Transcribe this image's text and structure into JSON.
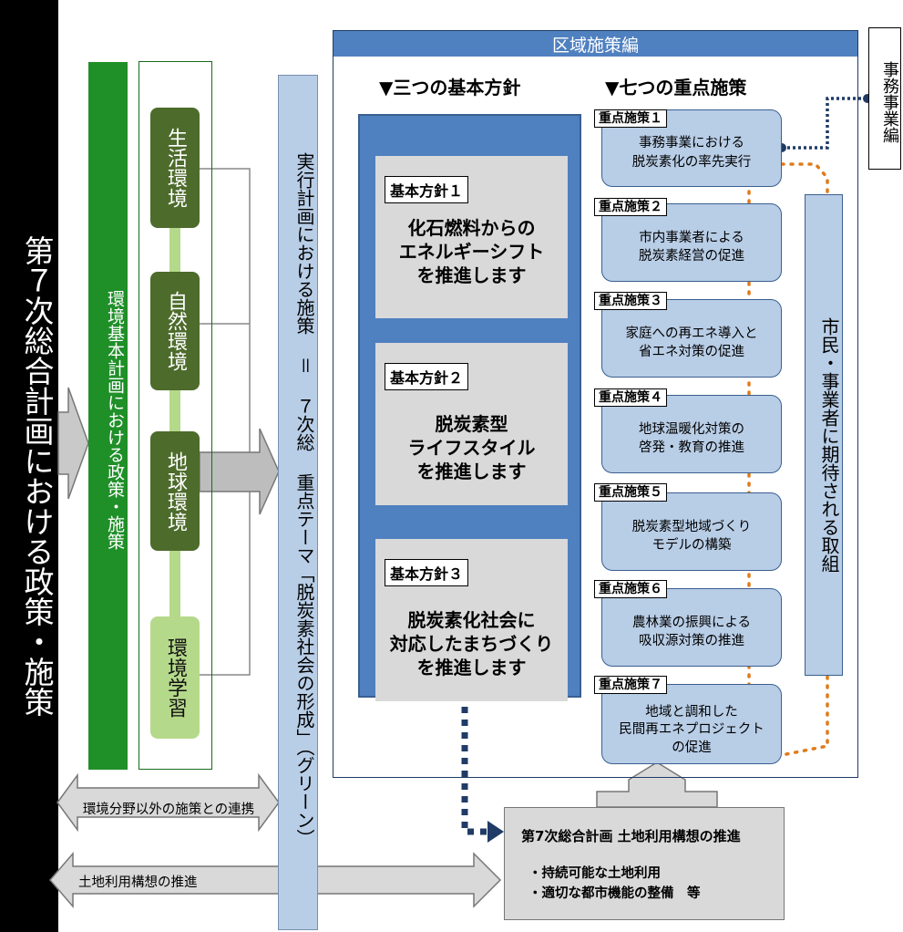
{
  "left_column": {
    "label": "第７次総合計画における政策・施策"
  },
  "green_column": {
    "label": "環境基本計画における政策・施策"
  },
  "environment_areas": [
    {
      "label": "生活環境"
    },
    {
      "label": "自然環境"
    },
    {
      "label": "地球環境"
    },
    {
      "label": "環境学習"
    }
  ],
  "plan_column": {
    "label": "実行計画における施策 ＝ ７次総 重点テーマ「脱炭素社会の形成」（グリーン）"
  },
  "region": {
    "title": "区域施策編",
    "policies_heading": "▼三つの基本方針",
    "measures_heading": "▼七つの重点施策",
    "policies": [
      {
        "tag": "基本方針１",
        "lines": [
          "化石燃料からの",
          "エネルギーシフト",
          "を推進します"
        ]
      },
      {
        "tag": "基本方針２",
        "lines": [
          "脱炭素型",
          "ライフスタイル",
          "を推進します"
        ]
      },
      {
        "tag": "基本方針３",
        "lines": [
          "脱炭素化社会に",
          "対応したまちづくり",
          "を推進します"
        ]
      }
    ],
    "measures": [
      {
        "tag": "重点施策１",
        "lines": [
          "事務事業における",
          "脱炭素化の率先実行"
        ]
      },
      {
        "tag": "重点施策２",
        "lines": [
          "市内事業者による",
          "脱炭素経営の促進"
        ]
      },
      {
        "tag": "重点施策３",
        "lines": [
          "家庭への再エネ導入と",
          "省エネ対策の促進"
        ]
      },
      {
        "tag": "重点施策４",
        "lines": [
          "地球温暖化対策の",
          "啓発・教育の推進"
        ]
      },
      {
        "tag": "重点施策５",
        "lines": [
          "脱炭素型地域づくり",
          "モデルの構築"
        ]
      },
      {
        "tag": "重点施策６",
        "lines": [
          "農林業の振興による",
          "吸収源対策の推進"
        ]
      },
      {
        "tag": "重点施策７",
        "lines": [
          "地域と調和した",
          "民間再エネプロジェクト",
          "の促進"
        ]
      }
    ],
    "citizen_column": {
      "label": "市民・事業者に期待される取組"
    }
  },
  "office_box": {
    "label": "事務事業編"
  },
  "arrows": {
    "env_link": "環境分野以外の施策との連携",
    "land_use": "土地利用構想の推進"
  },
  "land_box": {
    "title": "第7次総合計画 土地利用構想の推進",
    "items": [
      "・持続可能な土地利用",
      "・適切な都市機能の整備　等"
    ]
  },
  "colors": {
    "dark_green": "#4d6b2b",
    "light_green": "#b5d98a",
    "bright_green": "#1f8f28",
    "blue": "#4f80c0",
    "light_blue": "#b8cde6",
    "navy": "#1f3b66",
    "orange": "#e07b1a",
    "gray": "#d9d9d9"
  }
}
